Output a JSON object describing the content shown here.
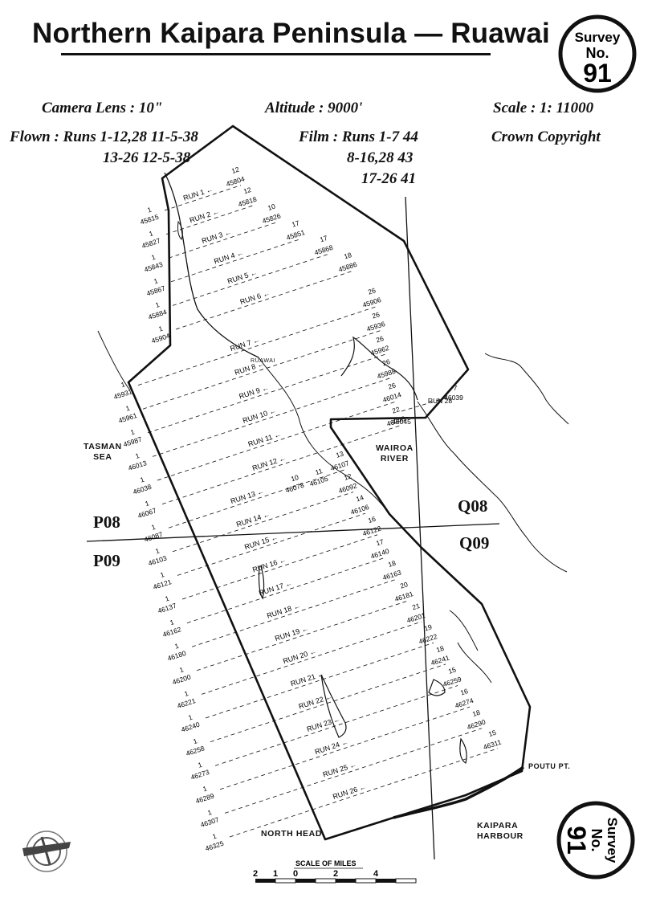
{
  "title": "Northern Kaipara Peninsula — Ruawai",
  "survey_badge": {
    "line1": "Survey",
    "line2": "No.",
    "number": "91"
  },
  "info": {
    "camera_lens": "Camera Lens : 10\"",
    "altitude": "Altitude : 9000'",
    "scale": "Scale : 1: 11000",
    "flown_line1": "Flown : Runs 1-12,28  11-5-38",
    "flown_line2": "13-26  12-5-38",
    "film_line1": "Film : Runs 1-7  44",
    "film_line2": "8-16,28  43",
    "film_line3": "17-26  41",
    "copyright": "Crown Copyright"
  },
  "sheet_labels": {
    "p08": "P08",
    "p09": "P09",
    "q08": "Q08",
    "q09": "Q09"
  },
  "place_names": {
    "tasman_sea": "TASMAN\nSEA",
    "wairoa_river": "WAIROA\nRIVER",
    "ruawai": "RUAWAI",
    "north_head": "NORTH HEAD",
    "kaipara_harbour": "KAIPARA\nHARBOUR",
    "poutu_pt": "POUTU PT."
  },
  "scale_bar": {
    "label": "SCALE OF MILES",
    "ticks": [
      "2",
      "1",
      "0",
      "2",
      "4"
    ]
  },
  "runs": [
    {
      "label": "RUN 1",
      "num": "12",
      "end": "45804"
    },
    {
      "label": "RUN 2",
      "num": "12",
      "end": "45818"
    },
    {
      "label": "RUN 3",
      "num": "10",
      "end": "45826"
    },
    {
      "label": "RUN 4",
      "num": "17",
      "end": "45851"
    },
    {
      "label": "RUN 5",
      "num": "17",
      "end": "45868"
    },
    {
      "label": "RUN 6",
      "num": "18",
      "end": "45886"
    },
    {
      "label": "RUN 7",
      "num": "26",
      "end": "45906"
    },
    {
      "label": "RUN 8",
      "num": "26",
      "end": "45936"
    },
    {
      "label": "RUN 9",
      "num": "26",
      "end": "45962"
    },
    {
      "label": "RUN 10",
      "num": "26",
      "end": "45988"
    },
    {
      "label": "RUN 11",
      "num": "26",
      "end": "46014"
    },
    {
      "label": "RUN 12",
      "num": "22",
      "end": "46046"
    },
    {
      "label": "RUN 13",
      "num": "13",
      "end": "46107"
    },
    {
      "label": "RUN 14",
      "num": "12",
      "end": "46092"
    },
    {
      "label": "RUN 15",
      "num": "14",
      "end": "46106"
    },
    {
      "label": "RUN 16",
      "num": "16",
      "end": "46122"
    },
    {
      "label": "RUN 17",
      "num": "17",
      "end": "46140"
    },
    {
      "label": "RUN 18",
      "num": "18",
      "end": "46163"
    },
    {
      "label": "RUN 19",
      "num": "20",
      "end": "46181"
    },
    {
      "label": "RUN 20",
      "num": "21",
      "end": "46201"
    },
    {
      "label": "RUN 21",
      "num": "19",
      "end": "46222"
    },
    {
      "label": "RUN 22",
      "num": "18",
      "end": "46241"
    },
    {
      "label": "RUN 23",
      "num": "15",
      "end": "46259"
    },
    {
      "label": "RUN 24",
      "num": "16",
      "end": "46274"
    },
    {
      "label": "RUN 25",
      "num": "18",
      "end": "46290"
    },
    {
      "label": "RUN 26",
      "num": "15",
      "end": "46311"
    }
  ],
  "run_28": {
    "label": "RUN 28",
    "num": "7",
    "end": "46039"
  },
  "run_13_extra": [
    {
      "num": "10",
      "end": "46078"
    },
    {
      "num": "11",
      "end": "46105"
    }
  ],
  "left_starts": [
    "45815",
    "45827",
    "45843",
    "45867",
    "45884",
    "45904",
    "45931",
    "45961",
    "45987",
    "46013",
    "46038",
    "46067",
    "46087",
    "46103",
    "46121",
    "46137",
    "46162",
    "46180",
    "46200",
    "46221",
    "46240",
    "46258",
    "46273",
    "46289",
    "46307",
    "46325",
    "46045"
  ]
}
